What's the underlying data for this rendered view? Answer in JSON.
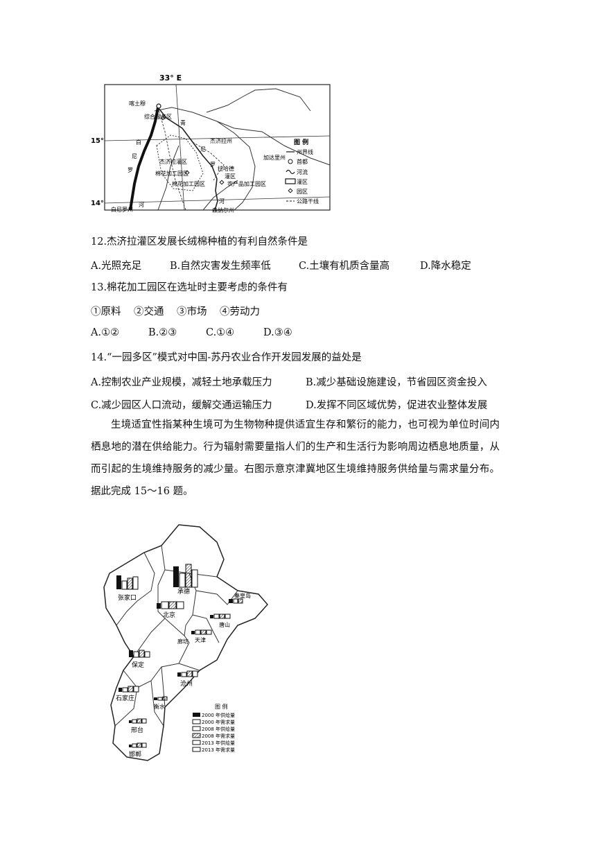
{
  "map1": {
    "lon_label": "33° E",
    "lat_15": "15°",
    "lat_14": "14°",
    "places": {
      "khartoum": "喀土穆",
      "complex": "综合服务区",
      "gezira_state": "杰济拉州",
      "gezira_scheme": "杰济拉灌区",
      "cotton_zone": "棉花加工园区",
      "rahad": "拉哈德",
      "rahad_irr": "灌区",
      "cotton_zone2": "棉花加工园区",
      "agri_zone": "农产品加工园区",
      "gedaref": "加达里州",
      "white_nile_state": "白尼罗州",
      "sennar": "森纳尔州",
      "white_nile_r": [
        "白",
        "尼",
        "罗",
        "河"
      ],
      "blue_nile_r": [
        "青",
        "尼",
        "罗",
        "河"
      ],
      "river_label": "河"
    },
    "legend": {
      "title": "图  例",
      "items": [
        "州界线",
        "首都",
        "河流",
        "灌区",
        "园区",
        "公路干线"
      ]
    }
  },
  "questions": {
    "q12": {
      "stem": "12.杰济拉灌区发展长绒棉种植的有利自然条件是",
      "options": [
        "A.光照充足",
        "B.自然灾害发生频率低",
        "C.土壤有机质含量高",
        "D.降水稳定"
      ]
    },
    "q13": {
      "stem": "13.棉花加工园区在选址时主要考虑的条件有",
      "conditions": [
        "①原料",
        "②交通",
        "③市场",
        "④劳动力"
      ],
      "options": [
        "A.①②",
        "B.②③",
        "C.①④",
        "D.③④"
      ]
    },
    "q14": {
      "stem": "14.“一园多区”模式对中国-苏丹农业合作开发园发展的益处是",
      "options": [
        "A.控制农业产业规模，减轻土地承载压力",
        "B.减少基础设施建设，节省园区资金投入",
        "C.减少园区人口流动，缓解交通运输压力",
        "D.发挥不同区域优势，促进农业整体发展"
      ]
    }
  },
  "passage": "生境适宜性指某种生境可为生物物种提供适宜生存和繁衍的能力，也可视为单位时间内栖息地的潜在供给能力。行为辐射需要量指人们的生产和生活行为影响周边栖息地质量，从而引起的生境维持服务的减少量。右图示意京津冀地区生境维持服务供给量与需求量分布。据此完成 15～16 题。",
  "map2": {
    "cities": [
      "承德",
      "张家口",
      "秦皇岛",
      "北京",
      "唐山",
      "天津",
      "廊坊",
      "保定",
      "沧州",
      "石家庄",
      "衡水",
      "邢台",
      "邯郸"
    ],
    "legend": {
      "title": "图  例",
      "items": [
        "2000 年供给量",
        "2000 年需求量",
        "2008 年供给量",
        "2008 年需求量",
        "2013 年供给量",
        "2013 年需求量"
      ]
    }
  }
}
